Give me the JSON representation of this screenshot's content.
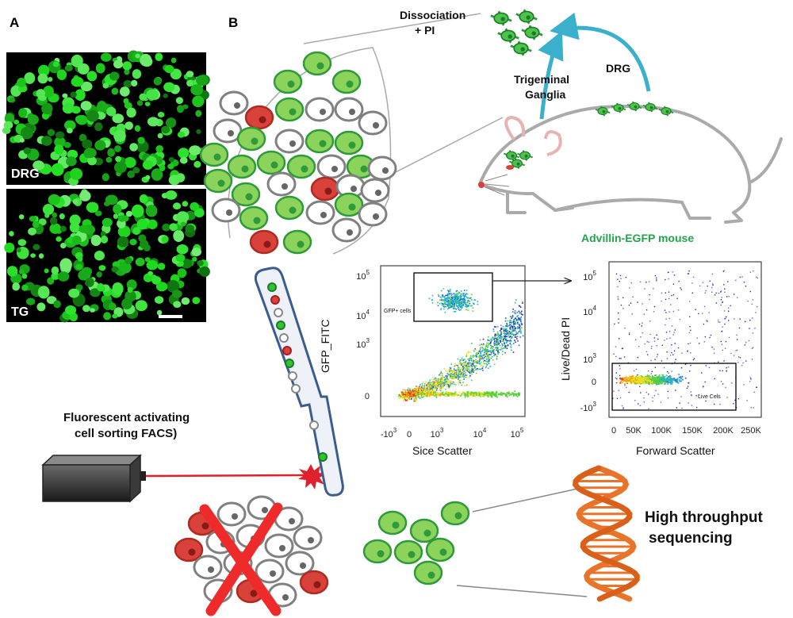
{
  "panels": {
    "a": "A",
    "b": "B"
  },
  "micro": {
    "top_label": "DRG",
    "bottom_label": "TG"
  },
  "mouse": {
    "dissociation_line1": "Dissociation",
    "dissociation_line2": "+ PI",
    "trigeminal_line1": "Trigeminal",
    "trigeminal_line2": "Ganglia",
    "drg_label": "DRG",
    "caption": "Advillin-EGFP mouse",
    "caption_color": "#23a54a"
  },
  "facs": {
    "title_line1": "Fluorescent activating",
    "title_line2": "cell sorting FACS)"
  },
  "plot1": {
    "ylabel": "GFP_FITC",
    "xlabel": "Sice Scatter",
    "gate_label": "GFP+ cells",
    "yticks": [
      {
        "b": "10",
        "e": "5"
      },
      {
        "b": "10",
        "e": "4"
      },
      {
        "b": "10",
        "e": "3"
      },
      {
        "b": "0",
        "e": ""
      }
    ],
    "xticks": [
      {
        "b": "-10",
        "e": "3"
      },
      {
        "b": "0",
        "e": ""
      },
      {
        "b": "10",
        "e": "3"
      },
      {
        "b": "10",
        "e": "4"
      },
      {
        "b": "10",
        "e": "5"
      }
    ]
  },
  "plot2": {
    "ylabel": "Live/Dead PI",
    "xlabel": "Forward Scatter",
    "gate_label": "Live Cels",
    "yticks": [
      {
        "b": "10",
        "e": "5"
      },
      {
        "b": "10",
        "e": "4"
      },
      {
        "b": "10",
        "e": "3"
      },
      {
        "b": "0",
        "e": ""
      },
      {
        "b": "-10",
        "e": "3"
      }
    ],
    "xticks": [
      "0",
      "50K",
      "100K",
      "150K",
      "200K",
      "250K"
    ]
  },
  "sequencing": {
    "line1": "High throughput",
    "line2": "sequencing"
  },
  "colors": {
    "green_cell": "#8cd35c",
    "green_dark": "#2e9a3a",
    "red_cell": "#d9423a",
    "grey_ring": "#808080",
    "laser": "#e0202a",
    "cross": "#ee2a2a",
    "dna": "#e8742a",
    "arrow": "#3ab0cc",
    "tube": "#3b5c8f"
  }
}
